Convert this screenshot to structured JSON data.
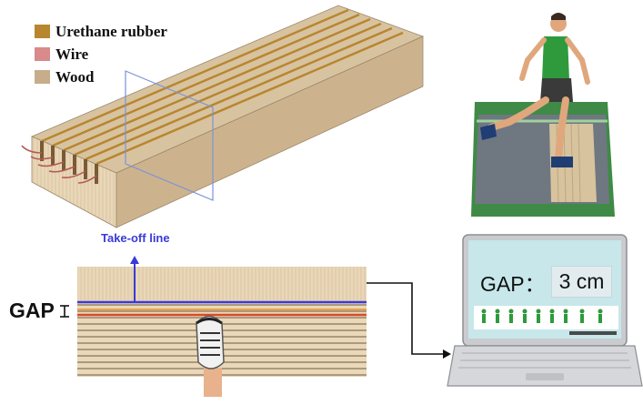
{
  "legend": {
    "items": [
      {
        "label": "Urethane rubber",
        "color": "#b8862e"
      },
      {
        "label": "Wire",
        "color": "#d98a8a"
      },
      {
        "label": "Wood",
        "color": "#c7ad8a"
      }
    ]
  },
  "board": {
    "takeoff_label": "Take-off line",
    "gap_label": "GAP"
  },
  "laptop": {
    "gap_prefix": "GAP：",
    "gap_value": "3 cm"
  },
  "colors": {
    "takeoff_line": "#3a3ad8",
    "rubber": "#b8862e",
    "wire_line": "#d94a2a",
    "wood": "#e6d3b4",
    "screen": "#c7e7ea",
    "track": "#6f7781",
    "runner_shirt": "#2e9a3c"
  }
}
